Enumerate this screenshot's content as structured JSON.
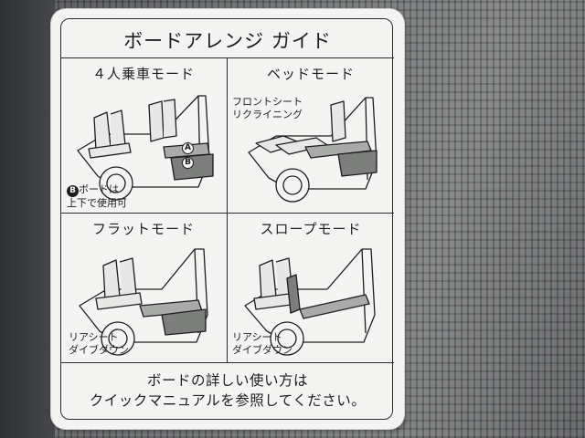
{
  "label": {
    "title": "ボードアレンジ ガイド",
    "panels": [
      {
        "id": "four-seat",
        "title": "４人乗車モード",
        "callout_a": "A",
        "callout_b": "B",
        "note_marker": "B",
        "note_line1": "ボードは",
        "note_line2": "上下で使用可"
      },
      {
        "id": "bed",
        "title": "ベッドモード",
        "note_line1": "フロントシート",
        "note_line2": "リクライニング"
      },
      {
        "id": "flat",
        "title": "フラットモード",
        "note_line1": "リアシート",
        "note_line2": "ダイブダウン"
      },
      {
        "id": "slope",
        "title": "スロープモード",
        "note_line1": "リアシート",
        "note_line2": "ダイブダウン"
      }
    ],
    "footer_line1": "ボードの詳しい使い方は",
    "footer_line2": "クイックマニュアルを参照してください。"
  },
  "colors": {
    "sticker_bg": "#f4f5f3",
    "ink": "#1d1d1d",
    "panel_gray": "#a9aba8",
    "trim_dark": "#3b3c3d",
    "background_plastic": "#6b6d6f"
  }
}
